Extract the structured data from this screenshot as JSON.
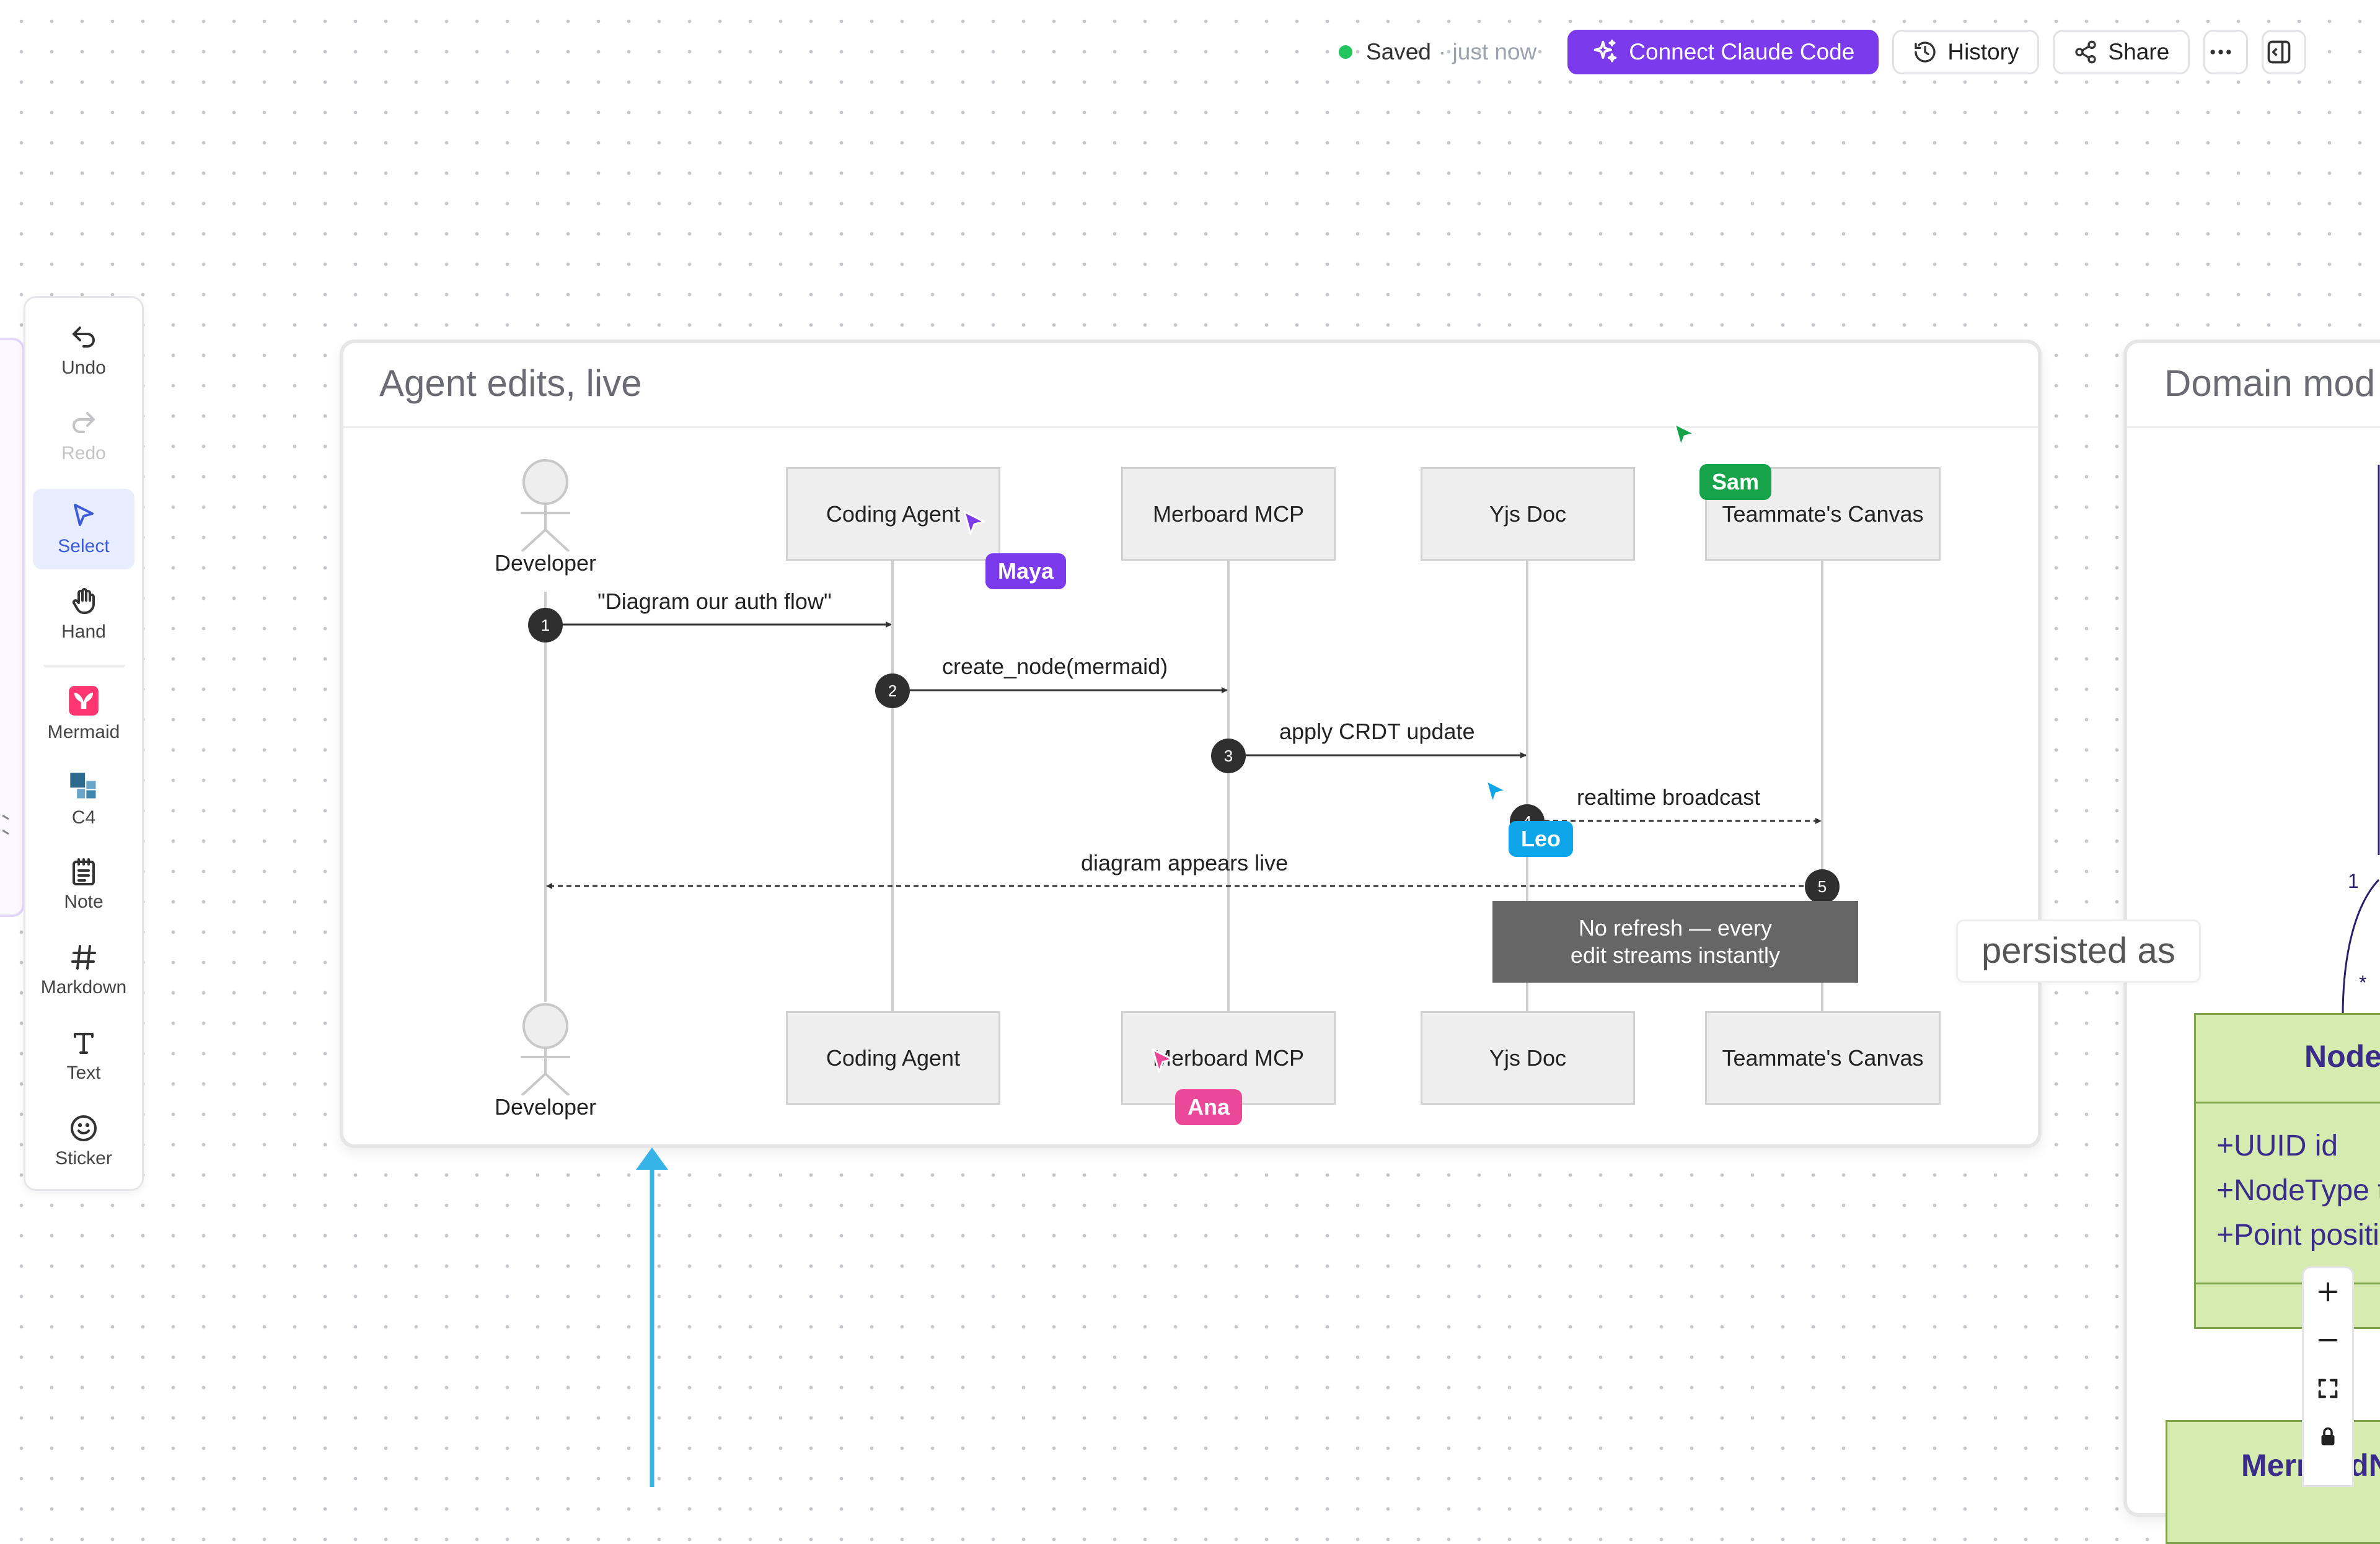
{
  "header": {
    "saved_label": "Saved",
    "saved_time": "· just now",
    "connect_button": "Connect Claude Code",
    "history_button": "History",
    "share_button": "Share"
  },
  "toolbar": {
    "undo": "Undo",
    "redo": "Redo",
    "select": "Select",
    "hand": "Hand",
    "mermaid": "Mermaid",
    "c4": "C4",
    "note": "Note",
    "markdown": "Markdown",
    "text": "Text",
    "sticker": "Sticker"
  },
  "frame_main": {
    "title": "Agent edits, live",
    "participants": [
      "Developer",
      "Coding Agent",
      "Merboard MCP",
      "Yjs Doc",
      "Teammate's Canvas"
    ],
    "messages": [
      {
        "num": "1",
        "text": "\"Diagram our auth flow\""
      },
      {
        "num": "2",
        "text": "create_node(mermaid)"
      },
      {
        "num": "3",
        "text": "apply CRDT update"
      },
      {
        "num": "4",
        "text": "realtime broadcast"
      },
      {
        "num": "5",
        "text": "diagram appears live"
      }
    ],
    "note_line1": "No refresh — every",
    "note_line2": "edit streams instantly"
  },
  "frame_right": {
    "title": "Domain mod",
    "multiplicity_one": "1",
    "multiplicity_many": "*",
    "class_node": "Node",
    "fields": [
      "+UUID id",
      "+NodeType t",
      "+Point positi"
    ],
    "class_mermaid": "MermaidN"
  },
  "connector_label": "persisted as",
  "cursors": {
    "maya": "Maya",
    "sam": "Sam",
    "leo": "Leo",
    "ana": "Ana"
  },
  "colors": {
    "accent": "#7c3aed",
    "maya": "#7c3aed",
    "sam": "#16a34a",
    "leo": "#0ea5e9",
    "ana": "#ec4899",
    "saved_dot": "#22c55e"
  }
}
